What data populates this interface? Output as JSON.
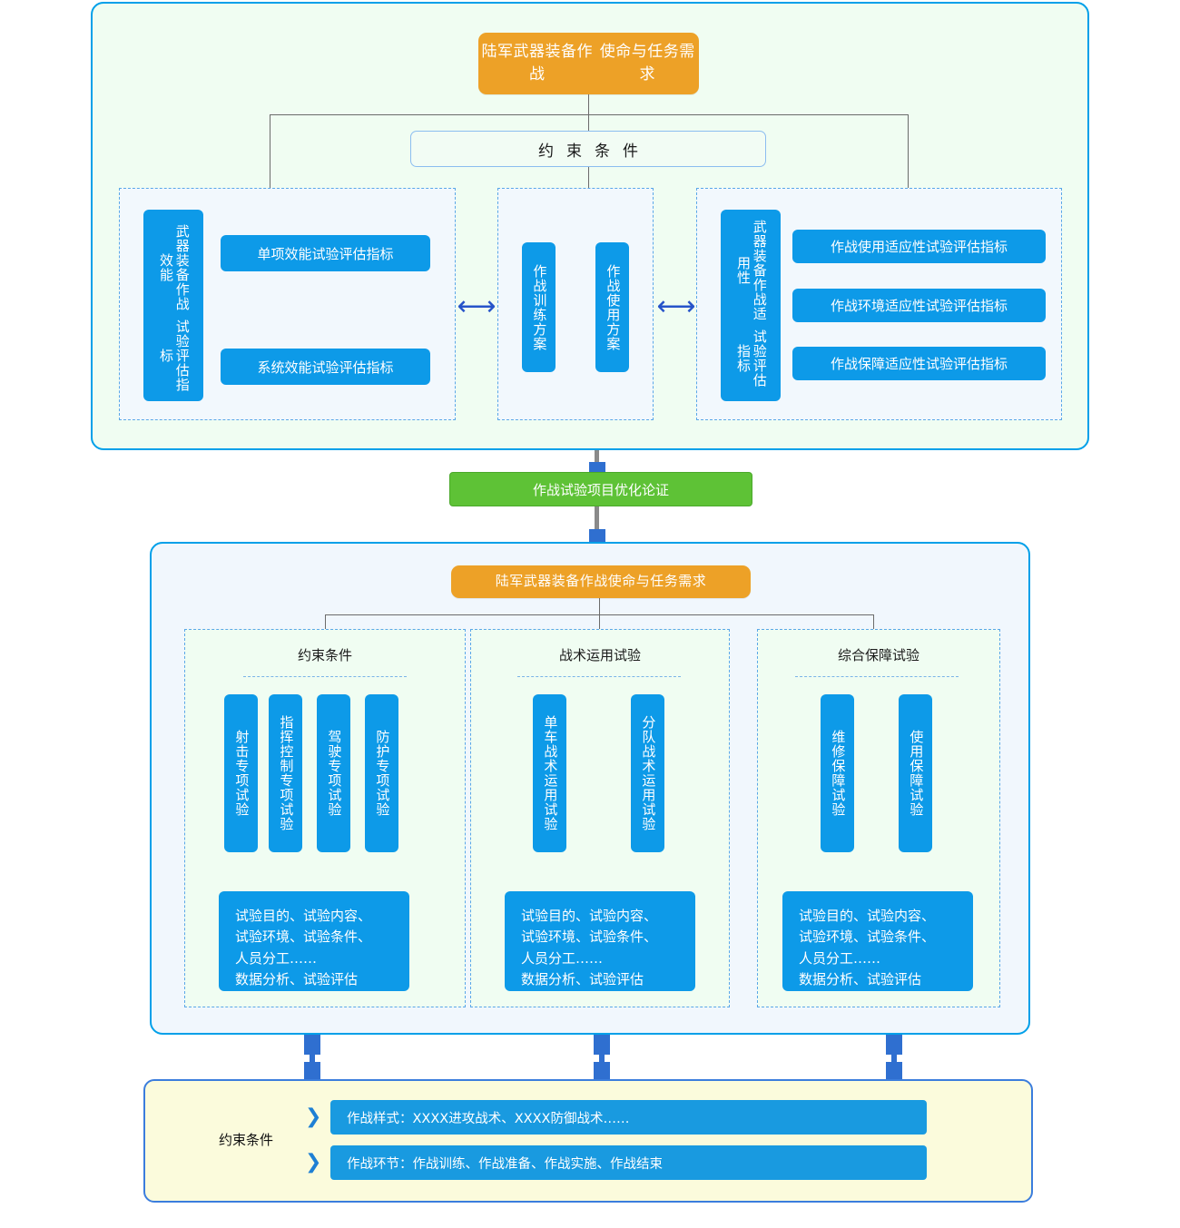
{
  "colors": {
    "orange": "#eda127",
    "green": "#5ec236",
    "blue": "#0d9ae8",
    "arrow_blue": "#2653c9",
    "panel1_bg": "#f0fdf2",
    "panel2_bg": "#f1f7fd",
    "panel3_bg": "#fbfbdc",
    "panel_border": "#00a0e9"
  },
  "panel1": {
    "root_requirement": "陆军武器装备作战\n使命与任务需求",
    "root_requirement_line1": "陆军武器装备作战",
    "root_requirement_line2": "使命与任务需求",
    "constraint_bar": "约束条件",
    "left_group": {
      "vertical_label_col_right": "试验评估指标",
      "vertical_label_col_left": "武器装备作战效能",
      "items": [
        "单项效能试验评估指标",
        "系统效能试验评估指标"
      ]
    },
    "middle_group": {
      "items": [
        "作战训练方案",
        "作战使用方案"
      ]
    },
    "right_group": {
      "vertical_label_col_right": "试验评估指标",
      "vertical_label_col_left": "武器装备作战适用性",
      "items": [
        "作战使用适应性试验评估指标",
        "作战环境适应性试验评估指标",
        "作战保障适应性试验评估指标"
      ]
    },
    "arrow_glyph": "⟷"
  },
  "connector": {
    "optimization": "作战试验项目优化论证"
  },
  "panel2": {
    "root_requirement": "陆军武器装备作战使命与任务需求",
    "groups": [
      {
        "title": "约束条件",
        "columns": [
          "射击专项试验",
          "指挥控制专项试验",
          "驾驶专项试验",
          "防护专项试验"
        ],
        "summary_lines": [
          "试验目的、试验内容、",
          "试验环境、试验条件、",
          "人员分工……",
          "数据分析、试验评估"
        ]
      },
      {
        "title": "战术运用试验",
        "columns": [
          "单车战术运用试验",
          "分队战术运用试验"
        ],
        "summary_lines": [
          "试验目的、试验内容、",
          "试验环境、试验条件、",
          "人员分工……",
          "数据分析、试验评估"
        ]
      },
      {
        "title": "综合保障试验",
        "columns": [
          "维修保障试验",
          "使用保障试验"
        ],
        "summary_lines": [
          "试验目的、试验内容、",
          "试验环境、试验条件、",
          "人员分工……",
          "数据分析、试验评估"
        ]
      }
    ]
  },
  "panel3": {
    "label": "约束条件",
    "chevron_glyph": "❯",
    "rows": [
      "作战样式：XXXX进攻战术、XXXX防御战术……",
      "作战环节：作战训练、作战准备、作战实施、作战结束"
    ]
  }
}
